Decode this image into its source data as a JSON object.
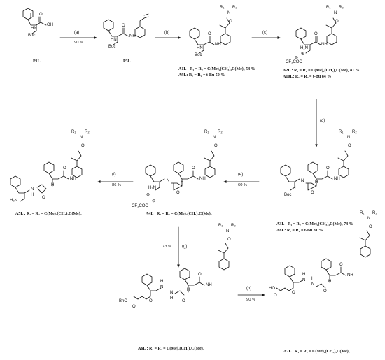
{
  "steps": [
    {
      "label": "(a)",
      "yield": "90 %"
    },
    {
      "label": "(b)",
      "yield": ""
    },
    {
      "label": "(c)",
      "yield": ""
    },
    {
      "label": "(d)",
      "yield": ""
    },
    {
      "label": "(e)",
      "yield": "60 %"
    },
    {
      "label": "(f)",
      "yield": "86 %"
    },
    {
      "label": "(g)",
      "yield": "73 %"
    },
    {
      "label": "(h)",
      "yield": "90 %"
    }
  ],
  "compounds": {
    "P1L": "P1L",
    "P3L": "P3L",
    "A1L": "A1L : R₁ = R₂ = C(Me)₂(CH₃)₂C(Me)₂ 54 %",
    "A9L": "A9L: R₁ = R₂ = t-Bu 50 %",
    "A2L": "A2L : R₁ = R₂ = C(Me)₂(CH₃)₂C(Me)₂ 81 %",
    "A10L": "A10L: R₁ = R₂ = t-Bu 84 %",
    "A3L": "A3L : R₁ = R₂ = C(Me)₂(CH₃)₂C(Me)₂ 74 %",
    "A8L": "A8L: R₁ = R₂ = t-Bu 81 %",
    "A4L": "A4L : R₁ = R₂ = C(Me)₂(CH₃)₂C(Me)₂",
    "A5L": "A5L : R₁ = R₂ = C(Me)₂(CH₃)₂C(Me)₂",
    "A6L": "A6L : R₁ = R₂ = C(Me)₂(CH₃)₂C(Me)₂",
    "A7L": "A7L : R₁ = R₂ = C(Me)₂(CH₃)₂C(Me)₂"
  },
  "atoms": {
    "OH": "OH",
    "O": "O",
    "HN": "HN",
    "NH": "NH",
    "N": "N",
    "H": "H",
    "Boc": "Boc",
    "H2N": "H₂N",
    "R1": "R₁",
    "R2": "R₂",
    "CF3COO": "CF₃COO",
    "plus": "⊕",
    "minus": "⊖",
    "BnO": "BnO",
    "HO": "HO"
  }
}
